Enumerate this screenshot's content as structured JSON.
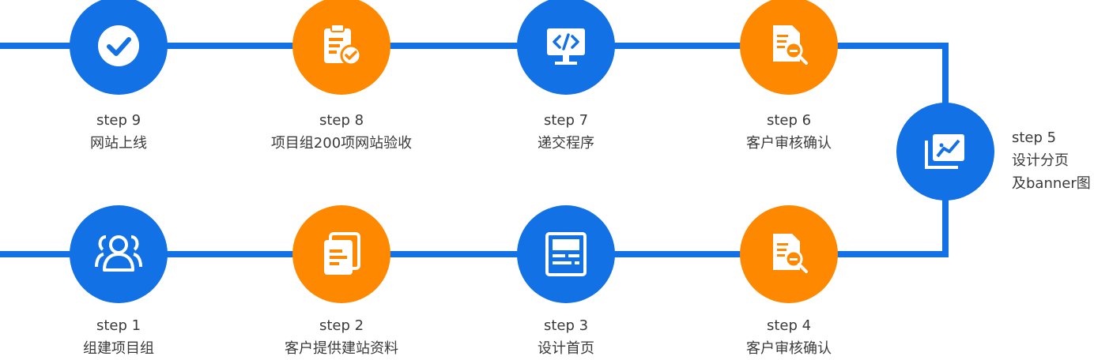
{
  "colors": {
    "line": "#1271e5",
    "blue": "#1271e5",
    "orange": "#fe8800",
    "text": "#3a3a3a"
  },
  "steps": [
    {
      "step": "step 1",
      "name": "组建项目组",
      "icon": "users-icon"
    },
    {
      "step": "step 2",
      "name": "客户提供建站资料",
      "icon": "documents-icon"
    },
    {
      "step": "step 3",
      "name": "设计首页",
      "icon": "webpage-layout-icon"
    },
    {
      "step": "step 4",
      "name": "客户审核确认",
      "icon": "document-search-icon"
    },
    {
      "step": "step 5",
      "name": "设计分页",
      "name_line2": "及banner图",
      "icon": "chart-design-icon"
    },
    {
      "step": "step 6",
      "name": "客户审核确认",
      "icon": "document-search-icon"
    },
    {
      "step": "step 7",
      "name": "递交程序",
      "icon": "code-monitor-icon"
    },
    {
      "step": "step 8",
      "name": "项目组200项网站验收",
      "icon": "checklist-icon"
    },
    {
      "step": "step 9",
      "name": "网站上线",
      "icon": "check-circle-icon"
    }
  ]
}
